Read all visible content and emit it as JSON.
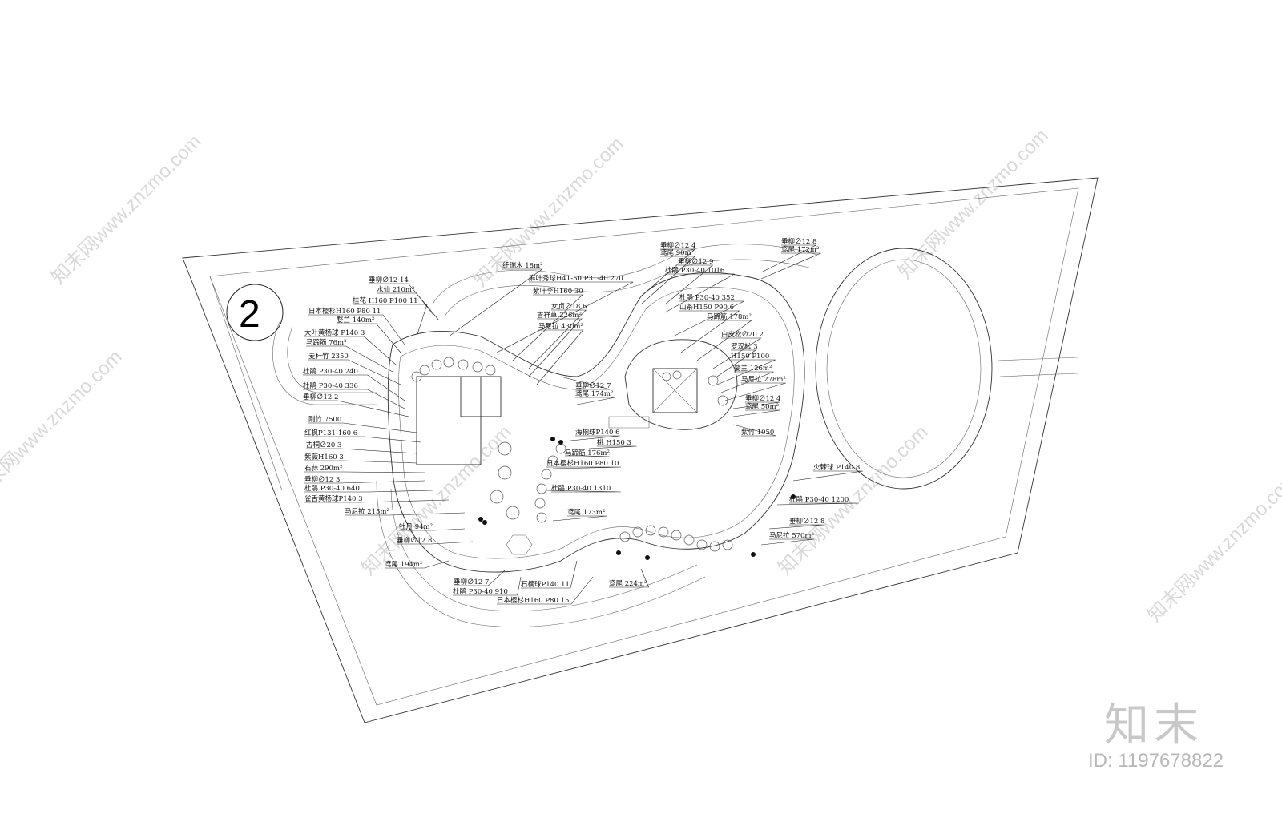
{
  "sheet": {
    "number": "2"
  },
  "watermark": {
    "site": "知末网www.znzmo.com",
    "brand": "知末",
    "id_text": "ID: 1197678822"
  },
  "labels": [
    "垂柳∅12 14",
    "水仙 210m²",
    "桂花 H160 P100 11",
    "日本樱杉H160 P80 11",
    "婺兰 140m²",
    "大叶黄杨球 P140 3",
    "马蹄筋 76m²",
    "麦秆竹 2350",
    "杜鹃 P30-40 240",
    "杜鹃 P30-40 336",
    "垂柳∅12 2",
    "刚竹 7500",
    "红枫P131-160 6",
    "古桐∅20 3",
    "紫薇H160 3",
    "石蒜 290m²",
    "垂柳∅12 3",
    "杜鹃 P30-40 640",
    "雀舌黄杨球P140 3",
    "马尼拉 215m²",
    "牡丹 94m²",
    "垂柳∅12 8",
    "鸢尾 194m²",
    "垂柳∅12 7",
    "杜鹃 P30-40 910",
    "石楠球P140 11",
    "日本樱杉H160 P80 15",
    "鸢尾 224m²",
    "纤瑞木 18m²",
    "麻叶秀球H41-50 P31-40 270",
    "紫叶李H160 30",
    "女贞∅18 6",
    "吉祥草 226m²",
    "马尼拉 430m²",
    "垂柳∅12 7",
    "鸢尾 174m²",
    "海桐球P140 6",
    "桃 H150 3",
    "马蹄筋 176m²",
    "日本樱杉H160 P80 10",
    "杜鹃 P30-40 1310",
    "鸢尾 173m²",
    "垂柳∅12 4",
    "鸢尾 90m²",
    "垂柳∅12 9",
    "杜鹃 P30-40 1016",
    "杜鹃 P30-40 352",
    "山茶H150 P90 6",
    "马蹄筋 178m²",
    "白皮松∅20 2",
    "罗汉松 3",
    "H150 P100",
    "婺兰 126m²",
    "马尼拉 278m²",
    "垂柳∅12 4",
    "鸢尾 50m²",
    "紫竹 1050",
    "垂柳∅12 8",
    "鸢尾 172m²",
    "火棘球 P140 8",
    "杜鹃 P30-40 1200",
    "垂柳∅12 8",
    "马尼拉 570m²"
  ]
}
